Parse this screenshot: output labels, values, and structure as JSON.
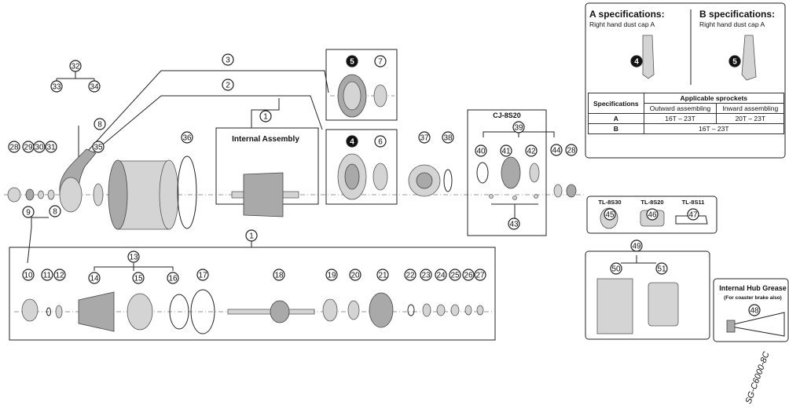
{
  "internal_assembly_label": "Internal Assembly",
  "cj_label": "CJ-8S20",
  "spec_panel": {
    "a_title": "A specifications:",
    "a_sub": "Right hand dust cap A",
    "b_title": "B specifications:",
    "b_sub": "Right hand dust cap A",
    "a_callout": "4",
    "b_callout": "5",
    "table": {
      "col_specs": "Specifications",
      "col_sprockets": "Applicable sprockets",
      "col_outward": "Outward assembling",
      "col_inward": "Inward assembling",
      "row_a_label": "A",
      "row_a_outward": "16T – 23T",
      "row_a_inward": "20T – 23T",
      "row_b_label": "B",
      "row_b_value": "16T – 23T"
    }
  },
  "tools": [
    "TL-8S30",
    "TL-8S20",
    "TL-8S11"
  ],
  "grease_title": "Internal Hub Grease",
  "grease_sub": "(For coaster brake also)",
  "model_label": "SG-C6000-8C",
  "callouts": [
    "1",
    "2",
    "3",
    "4",
    "5",
    "6",
    "7",
    "8",
    "9",
    "10",
    "11",
    "12",
    "13",
    "14",
    "15",
    "16",
    "17",
    "18",
    "19",
    "20",
    "21",
    "22",
    "23",
    "24",
    "25",
    "26",
    "27",
    "28",
    "29",
    "30",
    "31",
    "32",
    "33",
    "34",
    "35",
    "36",
    "37",
    "38",
    "39",
    "40",
    "41",
    "42",
    "43",
    "44",
    "45",
    "46",
    "47",
    "48",
    "49",
    "50",
    "51"
  ]
}
